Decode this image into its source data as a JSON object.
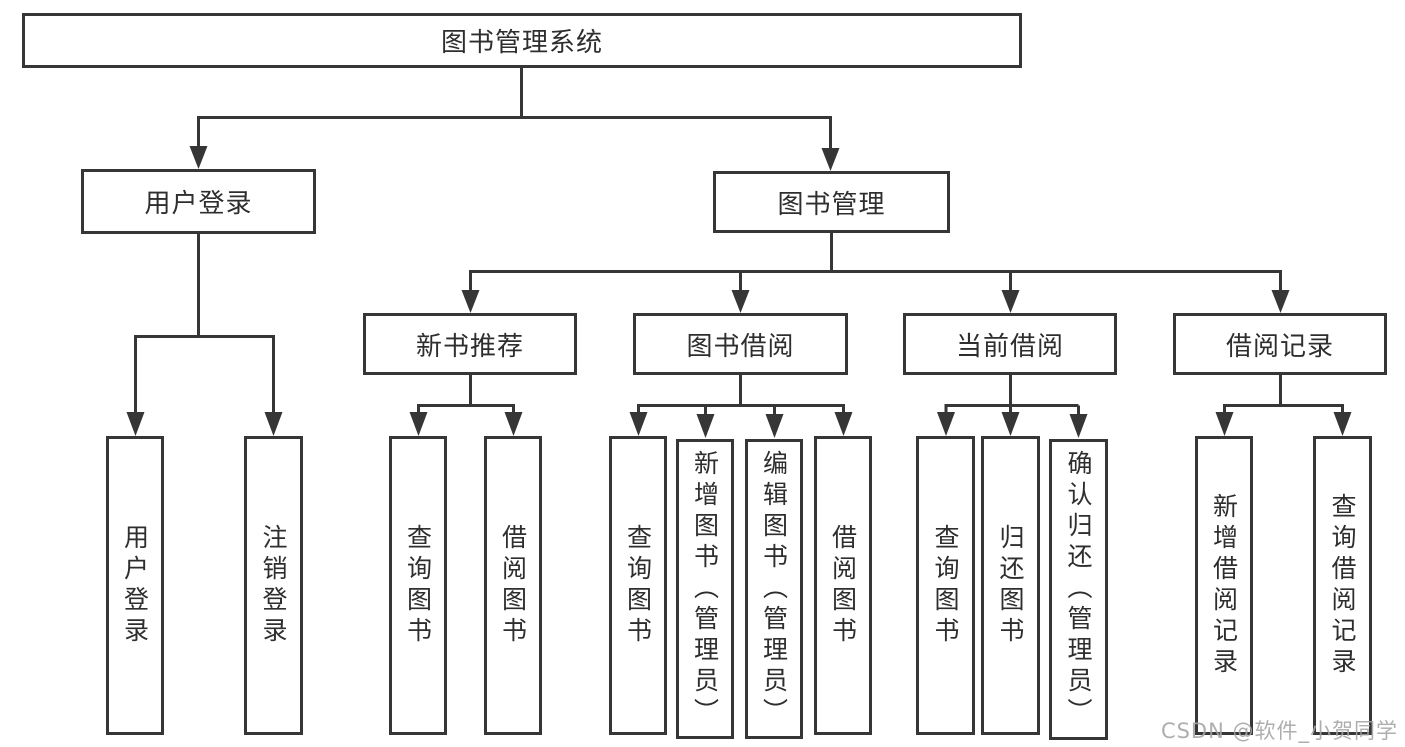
{
  "tree": {
    "label": "图书管理系统",
    "children": [
      {
        "label": "用户登录",
        "children": [
          {
            "label": "用户登录"
          },
          {
            "label": "注销登录"
          }
        ]
      },
      {
        "label": "图书管理",
        "children": [
          {
            "label": "新书推荐",
            "children": [
              {
                "label": "查询图书"
              },
              {
                "label": "借阅图书"
              }
            ]
          },
          {
            "label": "图书借阅",
            "children": [
              {
                "label": "查询图书"
              },
              {
                "label": "新增图书（管理员）"
              },
              {
                "label": "编辑图书（管理员）"
              },
              {
                "label": "借阅图书"
              }
            ]
          },
          {
            "label": "当前借阅",
            "children": [
              {
                "label": "查询图书"
              },
              {
                "label": "归还图书"
              },
              {
                "label": "确认归还（管理员）"
              }
            ]
          },
          {
            "label": "借阅记录",
            "children": [
              {
                "label": "新增借阅记录"
              },
              {
                "label": "查询借阅记录"
              }
            ]
          }
        ]
      }
    ]
  },
  "watermark": "CSDN @软件_小贺同学",
  "colors": {
    "line": "#363636",
    "text": "#2e2e2e",
    "watermark": "#a5a5a5",
    "background": "#ffffff"
  }
}
